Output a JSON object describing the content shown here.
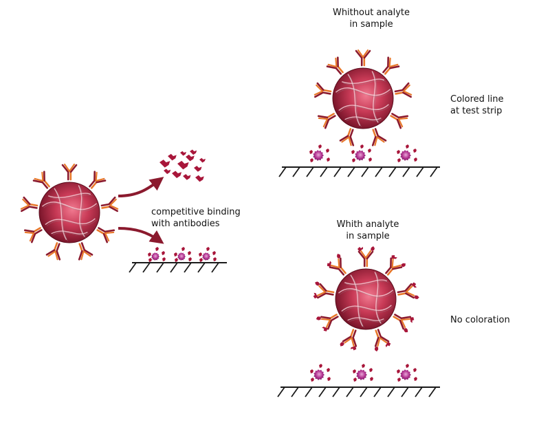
{
  "labels": {
    "without_title_line1": "Whithout analyte",
    "without_title_line2": "in sample",
    "colored_line_line1": "Colored line",
    "colored_line_line2": "at test strip",
    "competitive_line1": "competitive binding",
    "competitive_line2": "with antibodies",
    "with_title_line1": "Whith analyte",
    "with_title_line2": "in sample",
    "no_coloration": "No coloration"
  },
  "icons": {
    "nanoparticle": "nanoparticle-icon",
    "antibody": "antibody-icon",
    "analyte": "analyte-icon",
    "antigen": "antigen-icon",
    "test_strip": "test-strip-icon",
    "arrow": "arrow-icon"
  },
  "colors": {
    "particle_dark": "#8a1a33",
    "particle_light": "#e8607a",
    "antibody_dark": "#8b1a2e",
    "antibody_orange": "#e8782a",
    "analyte": "#a8163a",
    "antigen": "#b0308e",
    "strip": "#1a1a1a",
    "arrow": "#8b1a2e"
  }
}
